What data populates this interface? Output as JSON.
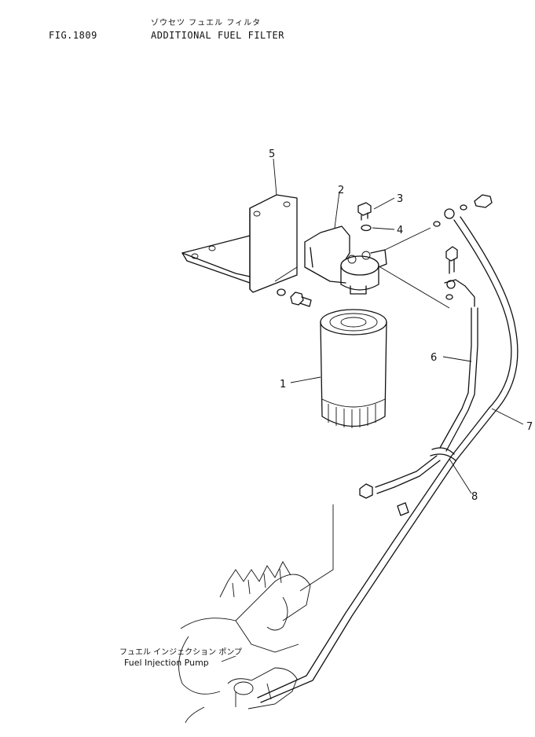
{
  "header": {
    "figure_number": "FIG.1809",
    "title_jp": "ゾウセツ フュエル フィルタ",
    "title_en": "ADDITIONAL FUEL FILTER"
  },
  "callouts": [
    "1",
    "2",
    "3",
    "4",
    "5",
    "6",
    "7",
    "8"
  ],
  "pump_caption": {
    "jp": "フュエル インジェクション ポンプ",
    "en": "Fuel Injection Pump"
  }
}
